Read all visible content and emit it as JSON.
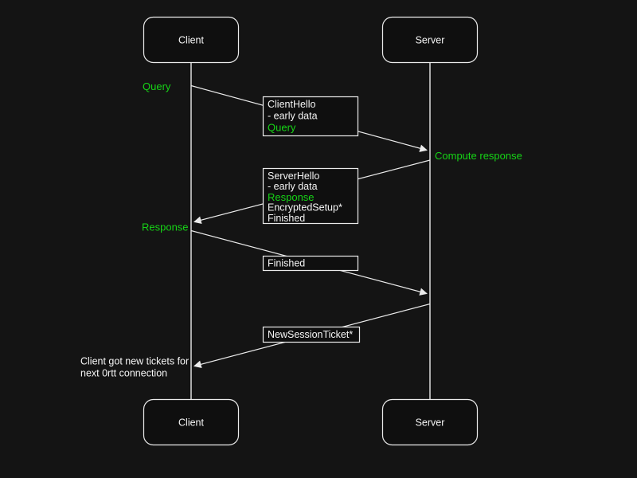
{
  "colors": {
    "background": "#141414",
    "stroke": "#ebebeb",
    "text": "#f5f5f5",
    "green": "#16d416",
    "box_fill": "#0f0f0f"
  },
  "actors": {
    "top_left": "Client",
    "top_right": "Server",
    "bottom_left": "Client",
    "bottom_right": "Server"
  },
  "labels": {
    "query": "Query",
    "compute_response": "Compute response",
    "response": "Response",
    "note_line1": "Client got new tickets for",
    "note_line2": "next 0rtt connection"
  },
  "boxes": {
    "client_hello": {
      "lines": [
        "ClientHello",
        "- early data",
        "Query"
      ]
    },
    "server_hello": {
      "lines": [
        "ServerHello",
        "- early data",
        "Response",
        "EncryptedSetup*",
        "Finished"
      ]
    },
    "finished": {
      "lines": [
        "Finished"
      ]
    },
    "new_session_ticket": {
      "lines": [
        "NewSessionTicket*"
      ]
    }
  }
}
